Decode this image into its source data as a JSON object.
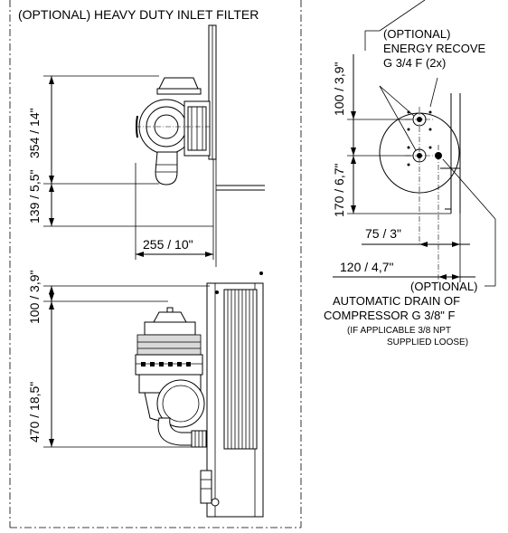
{
  "title_inlet_filter": "(OPTIONAL) HEAVY DUTY INLET FILTER",
  "dims_left": {
    "d354": "354 / 14\"",
    "d139": "139 / 5,5\"",
    "d255": "255 / 10\"",
    "d100": "100 / 3,9\"",
    "d470": "470 / 18,5\""
  },
  "energy_recovery": {
    "line1": "(OPTIONAL)",
    "line2": "ENERGY RECOVE",
    "line3": "G 3/4 F (2x)"
  },
  "dims_right": {
    "d100": "100 / 3,9\"",
    "d170": "170 / 6,7\"",
    "d75": "75 / 3\"",
    "d120": "120 / 4,7\""
  },
  "drain": {
    "line1": "(OPTIONAL)",
    "line2": "AUTOMATIC DRAIN OF",
    "line3": "COMPRESSOR G 3/8\" F",
    "line4": "(IF APPLICABLE 3/8 NPT",
    "line5": "SUPPLIED LOOSE)"
  }
}
